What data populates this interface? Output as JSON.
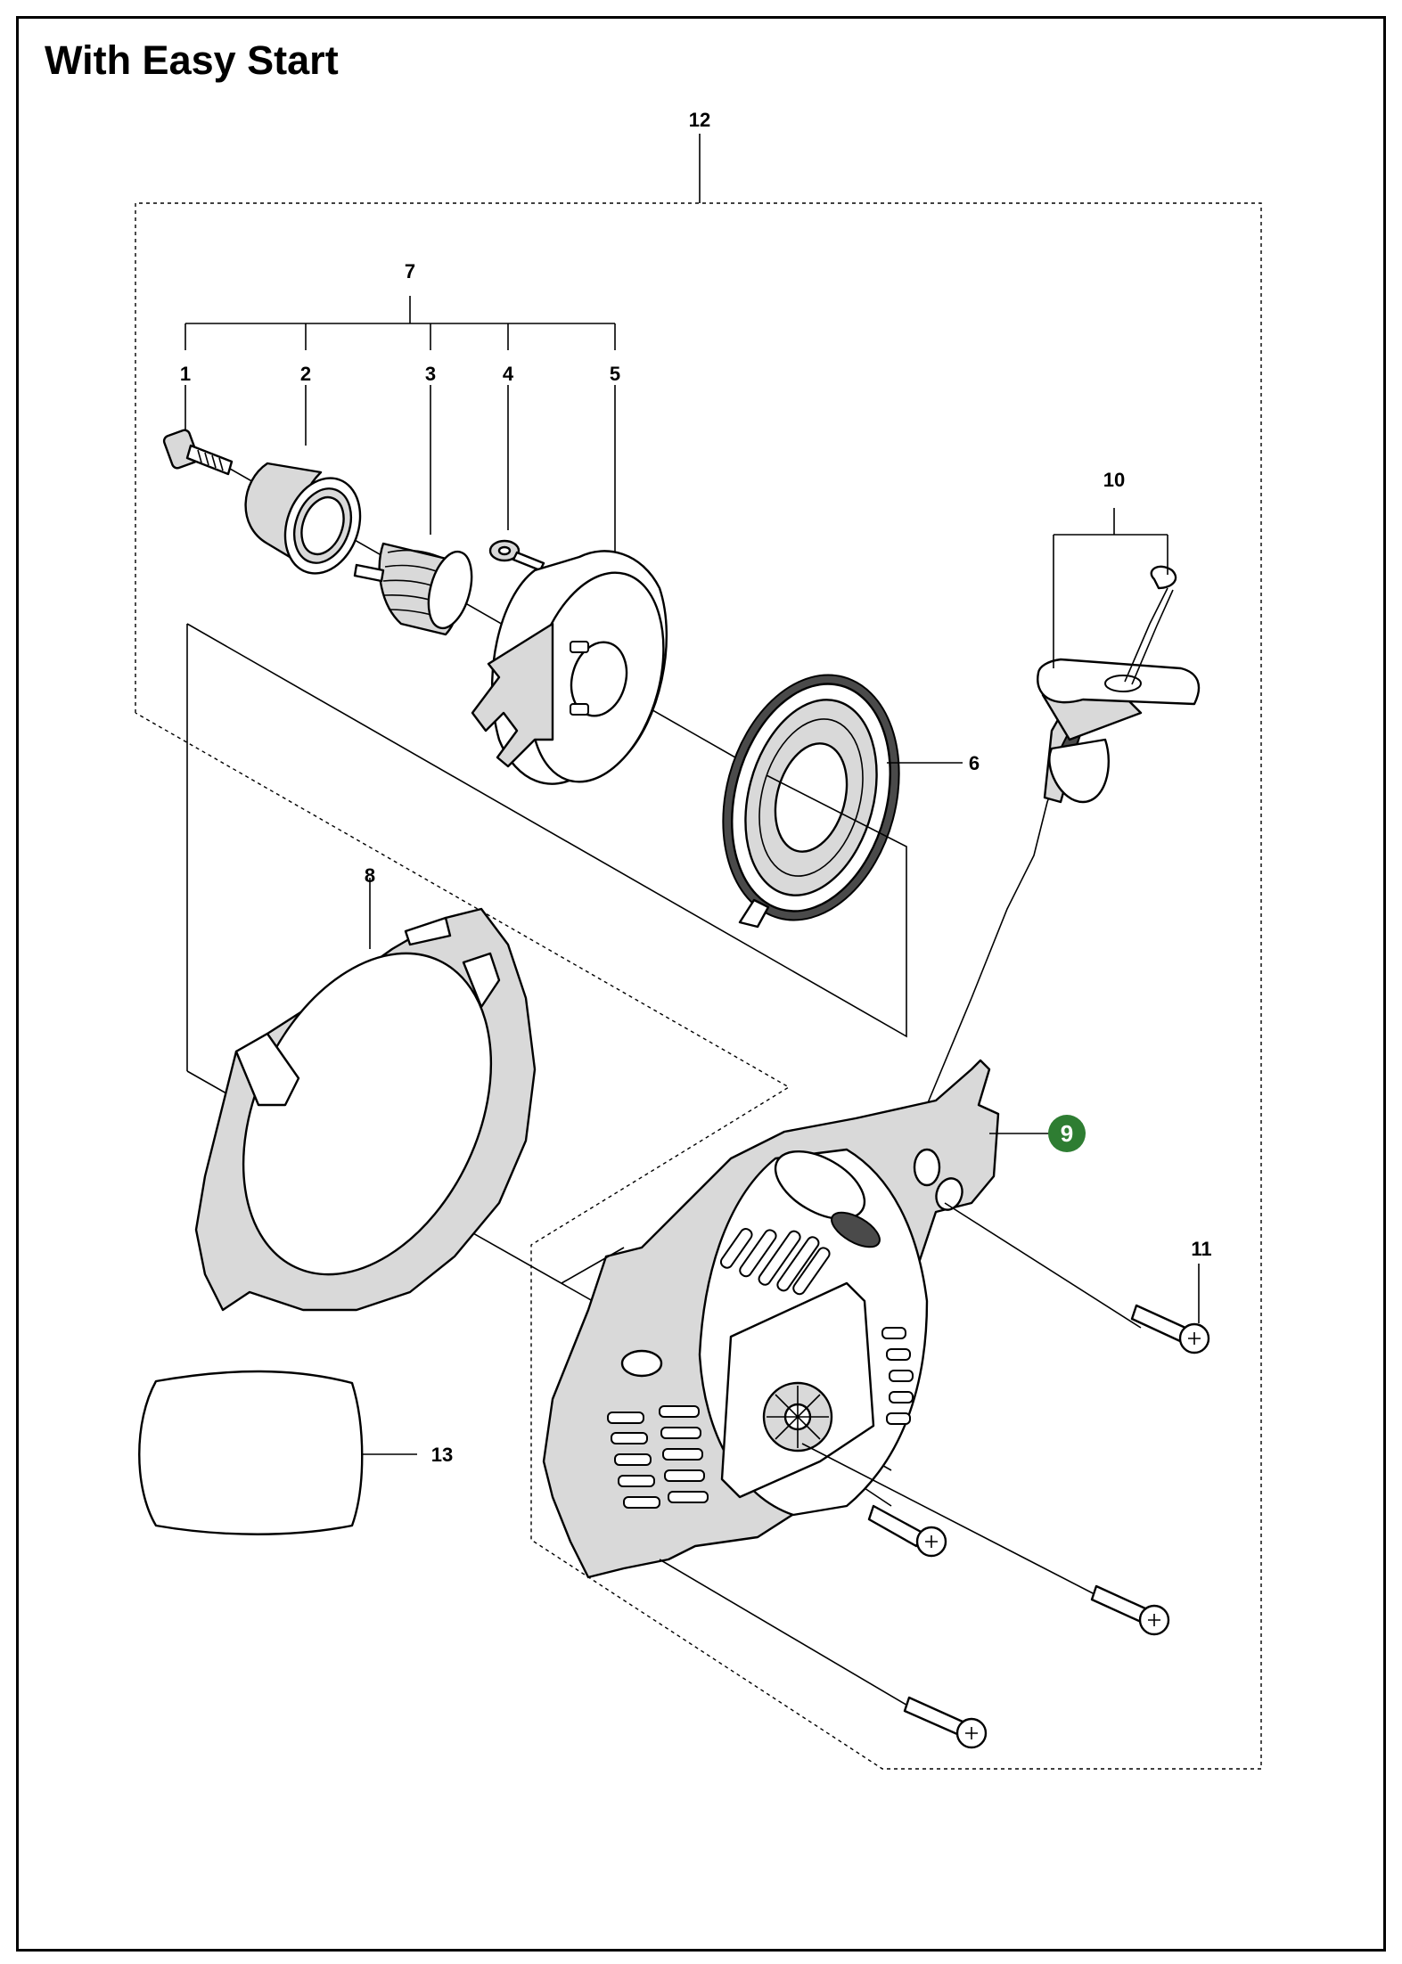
{
  "title": "With Easy Start",
  "highlight_color": "#2e7d32",
  "callouts": {
    "c1": "1",
    "c2": "2",
    "c3": "3",
    "c4": "4",
    "c5": "5",
    "c6": "6",
    "c7": "7",
    "c8": "8",
    "c9": "9",
    "c10": "10",
    "c11": "11",
    "c12": "12",
    "c13": "13"
  },
  "highlighted_callout": "9"
}
